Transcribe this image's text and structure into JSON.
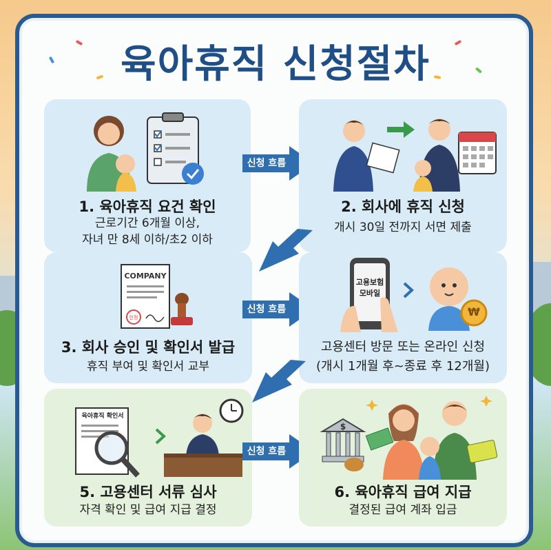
{
  "title": "육아휴직 신청절차",
  "flow_label": "신청 흐름",
  "steps": [
    {
      "title": "1. 육아휴직 요건 확인",
      "desc": [
        "근로기간 6개월 이상,",
        "자녀 만 8세 이하/초2 이하"
      ]
    },
    {
      "title": "2. 회사에 휴직 신청",
      "desc": [
        "개시 30일 전까지 서면 제출"
      ]
    },
    {
      "title": "3. 회사 승인 및 확인서 발급",
      "desc": [
        "휴직 부여 및 확인서 교부"
      ]
    },
    {
      "title": "",
      "desc": [
        "고용센터 방문 또는 온라인 신청",
        "(개시 1개월 후~종료 후 12개월)"
      ]
    },
    {
      "title": "5. 고용센터 서류 심사",
      "desc": [
        "자격 확인 및 급여 지급 결정"
      ]
    },
    {
      "title": "6. 육아휴직 급여 지급",
      "desc": [
        "결정된 급여 계좌 입금"
      ]
    }
  ],
  "illustration_text": {
    "company_doc": "COMPANY",
    "stamp": "인정",
    "phone_screen": "고용보험 모바일",
    "review_doc": "육아휴직 확인서",
    "won_symbol": "₩",
    "dollar_symbol": "$"
  },
  "colors": {
    "frame": "#2a5b8e",
    "title": "#1f4f86",
    "card_blue": "#d9ebf6",
    "card_green": "#e4f1dc",
    "arrow": "#2f6fb0"
  }
}
